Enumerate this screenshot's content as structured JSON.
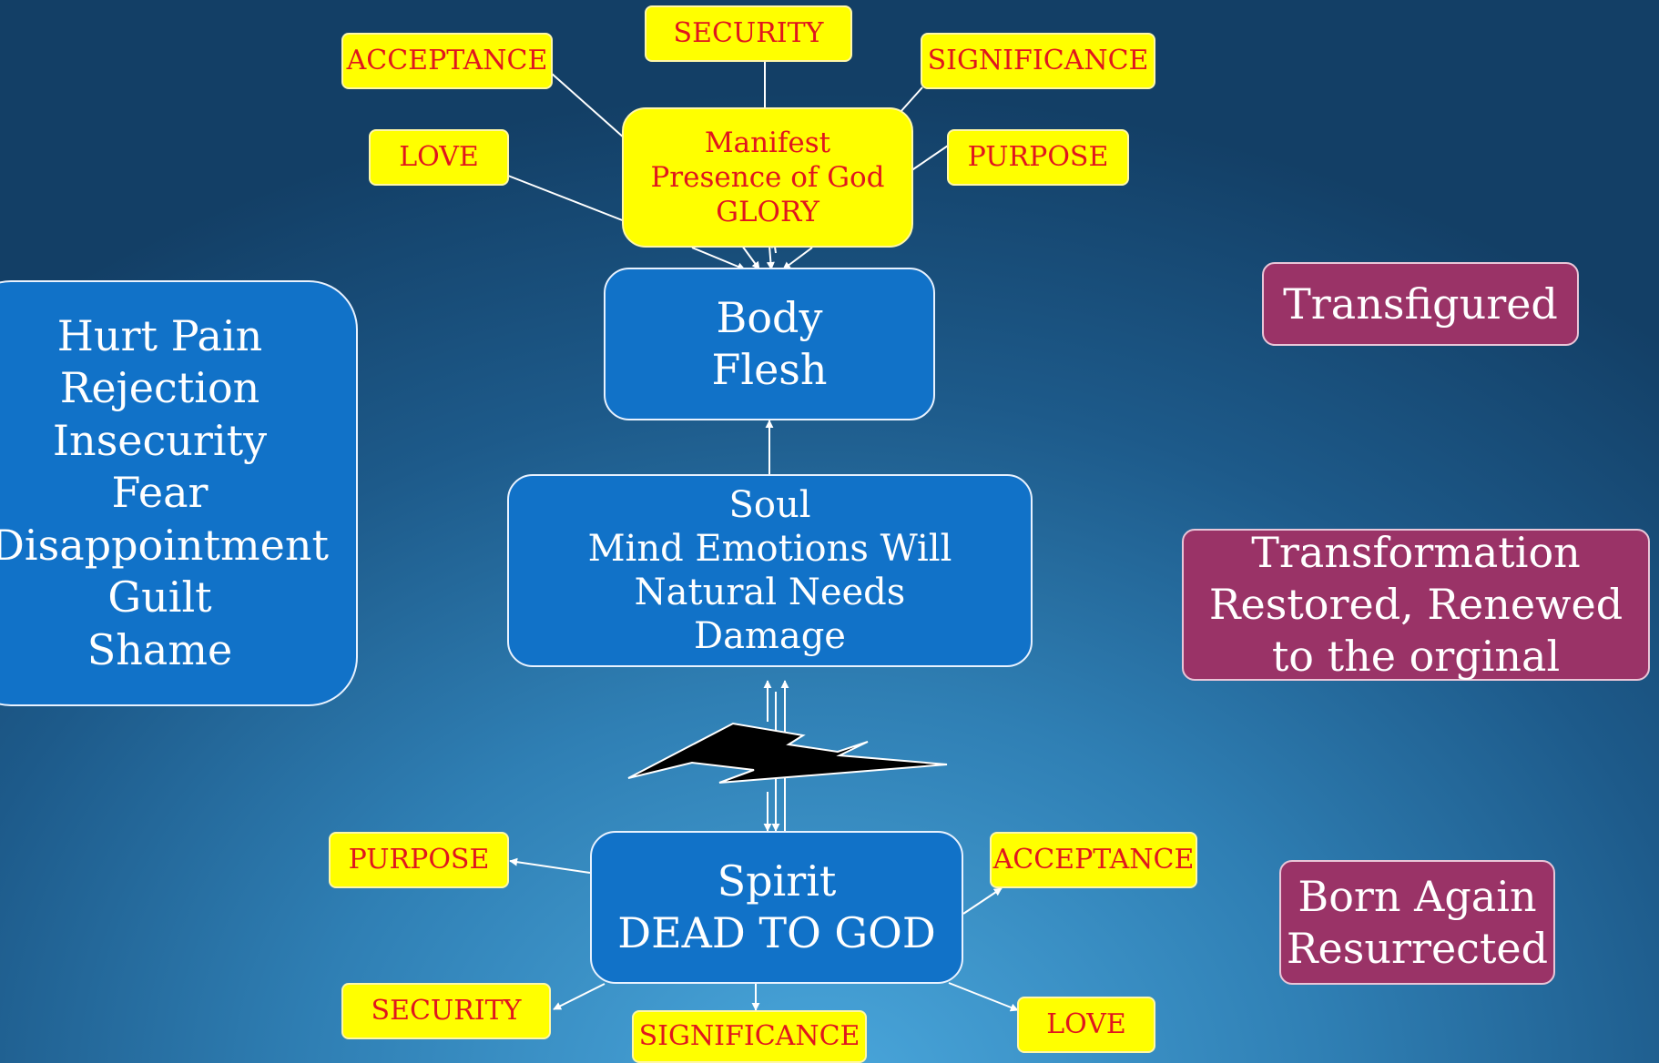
{
  "colors": {
    "yellow_fill": "#ffff00",
    "yellow_text": "#e0161e",
    "blue_fill": "#1172c8",
    "purple_fill": "#9a3367",
    "connector": "#ffffff",
    "bolt": "#000000"
  },
  "glory": {
    "lines": [
      "Manifest",
      "Presence of God",
      "GLORY"
    ],
    "tags": {
      "security": "SECURITY",
      "acceptance": "ACCEPTANCE",
      "significance": "SIGNIFICANCE",
      "love": "LOVE",
      "purpose": "PURPOSE"
    }
  },
  "body": {
    "lines": [
      "Body",
      "Flesh"
    ]
  },
  "soul": {
    "lines": [
      "Soul",
      "Mind Emotions Will",
      "Natural Needs",
      "Damage"
    ]
  },
  "spirit": {
    "lines": [
      "Spirit",
      "DEAD TO GOD"
    ],
    "tags": {
      "purpose": "PURPOSE",
      "acceptance": "ACCEPTANCE",
      "security": "SECURITY",
      "significance": "SIGNIFICANCE",
      "love": "LOVE"
    }
  },
  "wounds": {
    "lines": [
      "Hurt Pain",
      "Rejection",
      "Insecurity",
      "Fear",
      "Disappointment",
      "Guilt",
      "Shame"
    ]
  },
  "stages": {
    "transfigured": {
      "lines": [
        "Transfigured"
      ]
    },
    "transformation": {
      "lines": [
        "Transformation",
        "Restored, Renewed",
        "to the orginal"
      ]
    },
    "born_again": {
      "lines": [
        "Born Again",
        "Resurrected"
      ]
    }
  },
  "icons": {
    "bolt": "lightning-bolt-icon"
  }
}
